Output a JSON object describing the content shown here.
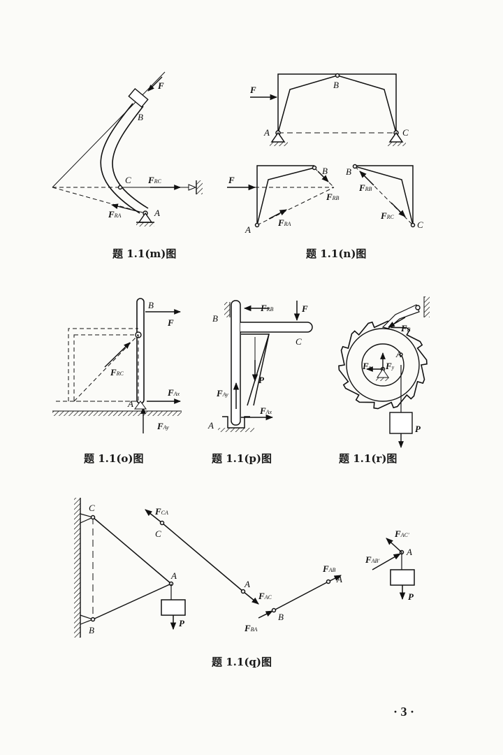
{
  "captions": {
    "m": "题 1.1(m)图",
    "n": "题 1.1(n)图",
    "o": "题 1.1(o)图",
    "p": "题 1.1(p)图",
    "r": "题 1.1(r)图",
    "q": "题 1.1(q)图"
  },
  "page_number": "· 3 ·",
  "labels": {
    "F": "F",
    "A": "A",
    "B": "B",
    "C": "C",
    "P": "P",
    "F_main": "F",
    "RC": "RC",
    "RA": "RA",
    "RB": "RB",
    "Ax": "Ax",
    "Ay": "Ay",
    "Fx": "x",
    "Fy": "y",
    "FR": "R",
    "CA": "CA",
    "AC": "AC",
    "AB": "AB",
    "BA": "BA",
    "AC_p": "AC′",
    "AB_p": "AB′"
  }
}
